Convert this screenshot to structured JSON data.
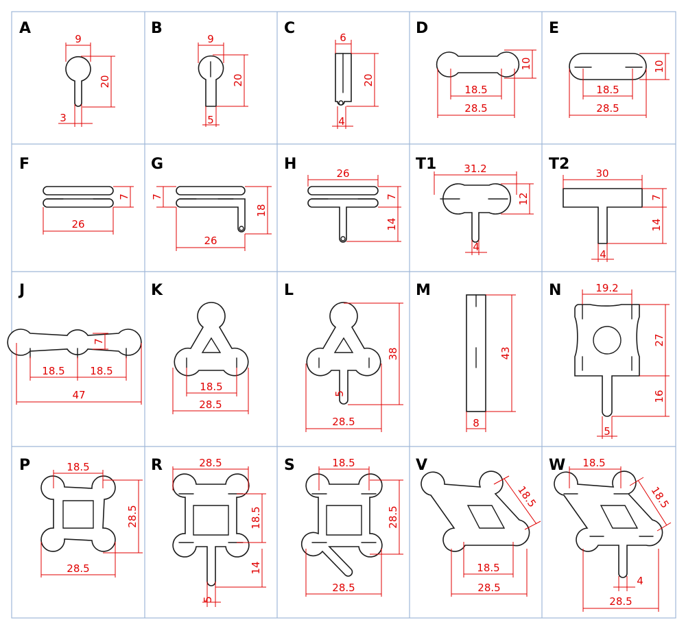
{
  "cells": [
    {
      "id": "A",
      "dims": [
        "9",
        "20",
        "3"
      ]
    },
    {
      "id": "B",
      "dims": [
        "9",
        "20",
        "5"
      ]
    },
    {
      "id": "C",
      "dims": [
        "6",
        "20",
        "4"
      ]
    },
    {
      "id": "D",
      "dims": [
        "10",
        "18.5",
        "28.5"
      ]
    },
    {
      "id": "E",
      "dims": [
        "10",
        "18.5",
        "28.5"
      ]
    },
    {
      "id": "F",
      "dims": [
        "7",
        "26"
      ]
    },
    {
      "id": "G",
      "dims": [
        "7",
        "18",
        "26"
      ]
    },
    {
      "id": "H",
      "dims": [
        "26",
        "7",
        "14"
      ]
    },
    {
      "id": "T1",
      "dims": [
        "31.2",
        "12",
        "4"
      ]
    },
    {
      "id": "T2",
      "dims": [
        "30",
        "7",
        "14",
        "4"
      ]
    },
    {
      "id": "J",
      "dims": [
        "7",
        "18.5",
        "18.5",
        "47"
      ]
    },
    {
      "id": "K",
      "dims": [
        "18.5",
        "28.5"
      ]
    },
    {
      "id": "L",
      "dims": [
        "38",
        "5",
        "28.5"
      ]
    },
    {
      "id": "M",
      "dims": [
        "43",
        "8"
      ]
    },
    {
      "id": "N",
      "dims": [
        "19.2",
        "27",
        "16",
        "5"
      ]
    },
    {
      "id": "P",
      "dims": [
        "18.5",
        "28.5",
        "28.5"
      ]
    },
    {
      "id": "R",
      "dims": [
        "28.5",
        "18.5",
        "14",
        "5"
      ]
    },
    {
      "id": "S",
      "dims": [
        "18.5",
        "28.5",
        "28.5"
      ]
    },
    {
      "id": "V",
      "dims": [
        "18.5",
        "18.5",
        "28.5"
      ]
    },
    {
      "id": "W",
      "dims": [
        "18.5",
        "18.5",
        "4",
        "28.5"
      ]
    }
  ],
  "colors": {
    "grid": "#9fb8d8",
    "outline": "#1a1a1a",
    "dimension": "#e00000",
    "label": "#000000",
    "background": "#ffffff"
  }
}
